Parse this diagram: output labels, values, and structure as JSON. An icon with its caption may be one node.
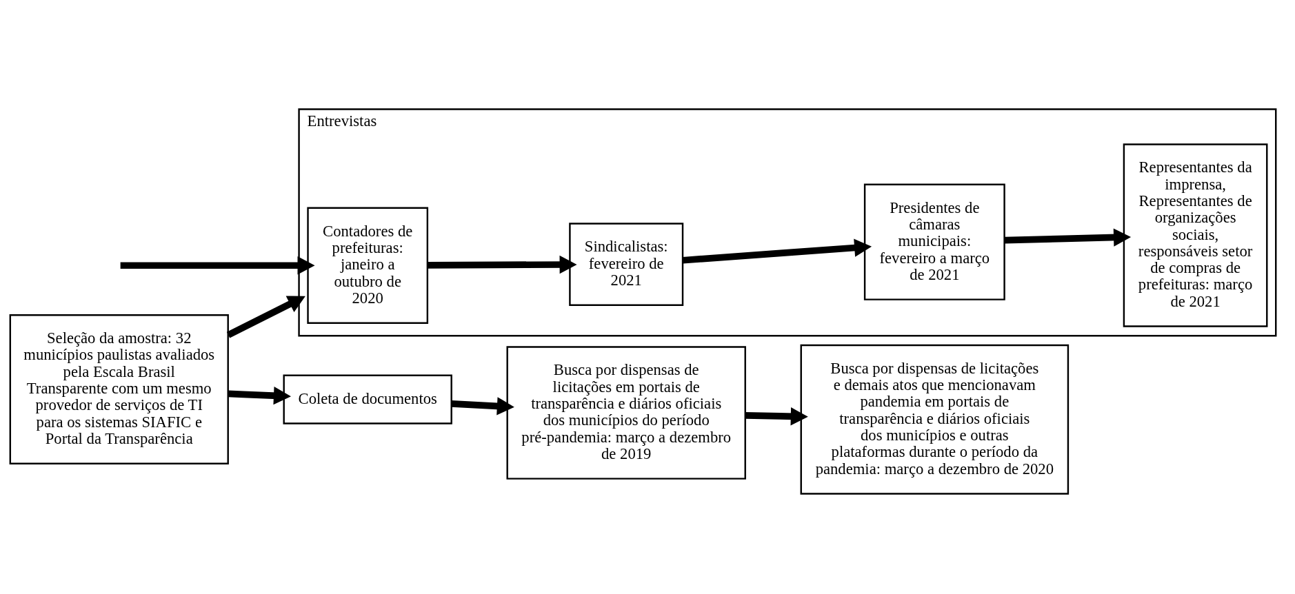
{
  "diagram": {
    "nodes": [
      {
        "text": [
          "Seleção da amostra: 32 municípios paulistas avaliados pela Escala Brasil Transparente com um mesmo provedor de serviços de TI para os sistemas SIAFIC e Portal da Transparência"
        ]
      },
      {
        "text": [
          "Coleta de documentos"
        ]
      },
      {
        "text": [
          "Busca por dispensas de licitações em portais de transparência e diários oficiais dos municípios do período pré-pandemia: março a dezembro de 2019"
        ]
      },
      {
        "text": [
          "Busca por dispensas de licitações e demais atos que mencionavam pandemia em portais de transparência e diários oficiais dos municípios e outras plataformas durante o período da pandemia: março a dezembro de 2020"
        ]
      },
      {
        "text": [
          "Entrevistas"
        ]
      },
      {
        "text": [
          "Contadores de prefeituras: janeiro a outubro de 2020"
        ],
        "in": 4
      },
      {
        "text": [
          "Sindicalistas: fevereiro de 2021"
        ],
        "in": 4
      },
      {
        "text": [
          "Presidentes de câmaras municipais: fevereiro a março de 2021"
        ],
        "in": 4
      },
      {
        "text": [
          "Representantes da imprensa, Representantes de organizações sociais, responsáveis setor de compras de prefeituras: março de 2021"
        ],
        "in": 4
      }
    ],
    "edges": [
      {
        "from": 0,
        "to": 1,
        "arrow": "to"
      },
      {
        "from": 1,
        "to": 2,
        "arrow": "to"
      },
      {
        "from": 2,
        "to": 3,
        "arrow": "to"
      },
      {
        "from": 0,
        "to": 4,
        "arrow": "to"
      },
      {
        "from": null,
        "to": 5,
        "arrow": "to"
      },
      {
        "from": 5,
        "to": 6,
        "arrow": "to"
      },
      {
        "from": 6,
        "to": 7,
        "arrow": "to"
      },
      {
        "from": 7,
        "to": 8,
        "arrow": "to"
      }
    ]
  }
}
